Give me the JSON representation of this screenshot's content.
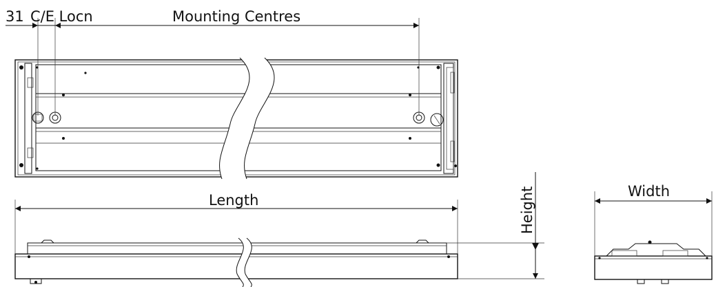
{
  "labels": {
    "c_e_offset": "31",
    "c_e_location": "C/E Locn",
    "mounting_centres": "Mounting Centres",
    "length": "Length",
    "height": "Height",
    "width": "Width"
  },
  "colors": {
    "line": "#111111",
    "background": "#ffffff"
  }
}
